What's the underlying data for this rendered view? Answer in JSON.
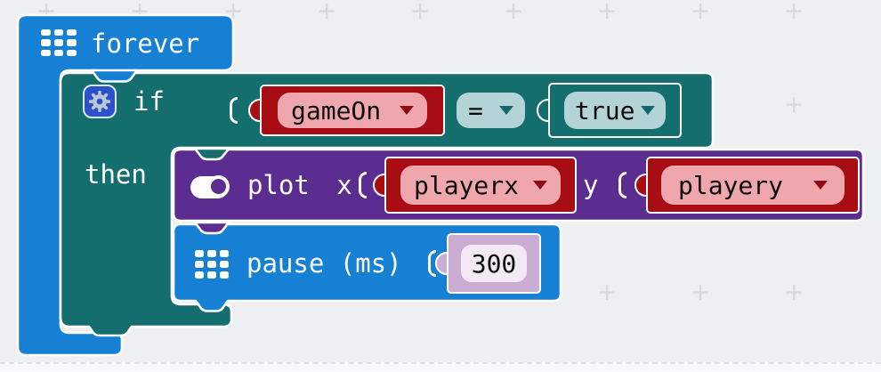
{
  "workspace": {
    "grid_cross": "+",
    "background_color": "#edeff1"
  },
  "colors": {
    "basic_blue": "#1580d4",
    "logic_teal": "#156e6e",
    "led_purple": "#5c2d91",
    "variable_red": "#a80d14",
    "variable_field_pink": "#efa6ad",
    "logic_field_teal": "#b4d3d7",
    "number_shadow_lavender": "#c9add2",
    "number_field_white": "#f2e9f4",
    "gear_button_blue": "#2b52cc"
  },
  "forever_block": {
    "label": "forever"
  },
  "if_block": {
    "if_label": "if",
    "then_label": "then"
  },
  "condition": {
    "variable": "gameOn",
    "operator": "=",
    "value": "true"
  },
  "plot_block": {
    "label": "plot x",
    "y_label": "y",
    "var_x": "playerx",
    "var_y": "playery"
  },
  "pause_block": {
    "label": "pause (ms)",
    "value": "300"
  }
}
